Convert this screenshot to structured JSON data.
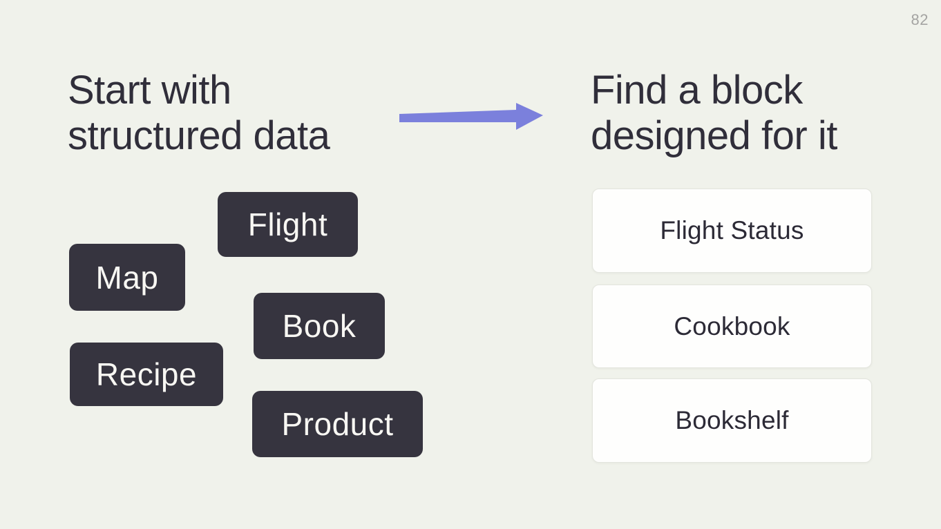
{
  "page": {
    "number": "82"
  },
  "colors": {
    "background": "#f0f2eb",
    "block_background": "#36343f",
    "block_text": "#f8f7f3",
    "card_background": "#fefefd",
    "heading_text": "#302e3a",
    "arrow": "#7b80dc"
  },
  "headings": {
    "left": {
      "line1": "Start with",
      "line2": "structured data"
    },
    "right": {
      "line1": "Find a block",
      "line2": "designed for it"
    }
  },
  "blocks": [
    {
      "label": "Flight"
    },
    {
      "label": "Map"
    },
    {
      "label": "Book"
    },
    {
      "label": "Recipe"
    },
    {
      "label": "Product"
    }
  ],
  "cards": [
    {
      "label": "Flight Status"
    },
    {
      "label": "Cookbook"
    },
    {
      "label": "Bookshelf"
    }
  ]
}
